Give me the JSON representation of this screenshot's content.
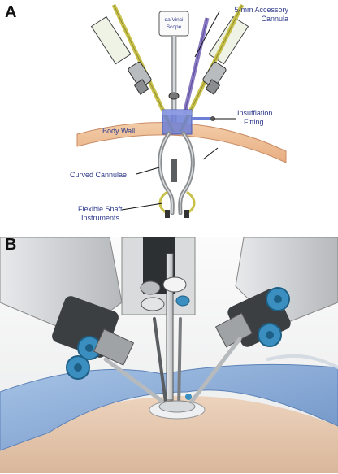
{
  "panels": {
    "a": {
      "letter": "A"
    },
    "b": {
      "letter": "B"
    }
  },
  "labels": {
    "scope": [
      "da Vinci",
      "Scope"
    ],
    "accessory_cannula": [
      "5-mm Accessory",
      "Cannula"
    ],
    "insufflation": [
      "Insufflation",
      "Fitting"
    ],
    "body_wall": "Body Wall",
    "curved_cannulae": "Curved Cannulae",
    "flexible_shaft": [
      "Flexible Shaft",
      "Instruments"
    ]
  },
  "colors": {
    "label_text": "#2f3a8c",
    "body_wall": "#e9b98e",
    "port": "#6d7fd6",
    "instrument_shaft": "#c9c24a",
    "accessory_cannula": "#8b7bc4",
    "drape": "#8fb0d8",
    "clamp": "#3b8fc0",
    "skin": "#e7c7ad"
  }
}
